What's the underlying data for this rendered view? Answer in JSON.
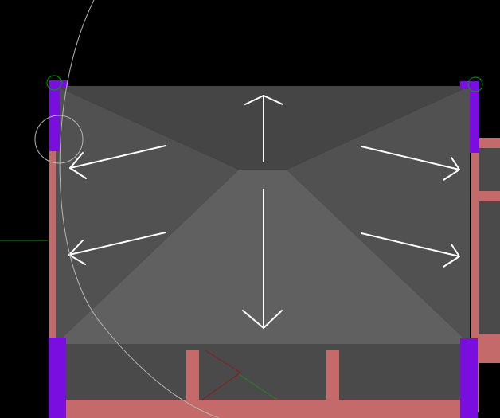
{
  "canvas": {
    "background_color": "#000000"
  },
  "roof": {
    "slope_directions": [
      "up",
      "down",
      "left",
      "left",
      "right",
      "right"
    ],
    "colors": {
      "back_plane": "#454545",
      "side_plane": "#515151",
      "front_plane": "#606060",
      "arrow": "#ffffff"
    }
  },
  "walls": {
    "wall_color": "#c46a6a",
    "column_color": "#7a0ee0",
    "floor_color": "#4a4a4a"
  },
  "overlay": {
    "grip_color": "#00a000",
    "guide_color": "#b5b5b5",
    "door_swing_color": "#8b1a1a",
    "green_line_color": "#1d8a1d"
  }
}
